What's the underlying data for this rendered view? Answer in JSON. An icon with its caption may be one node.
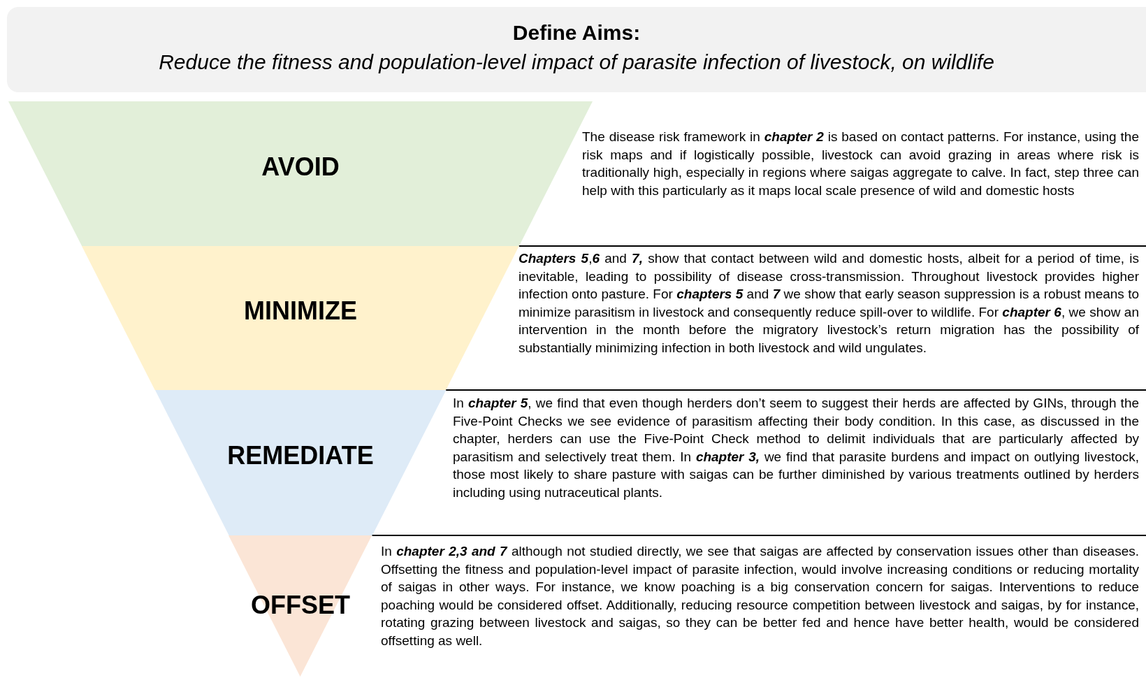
{
  "diagram": {
    "nodes": [
      {
        "text": [
          "Define Aims:",
          "Reduce the fitness and population-level impact of parasite infection of livestock, on wildlife"
        ]
      },
      {
        "text": [
          "AVOID"
        ],
        "beside": [
          "The disease risk framework in **chapter 2** is based on contact patterns. For instance, using the risk maps and if logistically possible, livestock can avoid grazing in areas where risk is traditionally high, especially in regions where saigas aggregate to calve. In fact, step three can help with this particularly as it maps local scale presence of wild and domestic hosts"
        ]
      },
      {
        "text": [
          "MINIMIZE"
        ],
        "beside": [
          "**Chapters 5**,**6** and **7,** show that contact between wild and domestic hosts, albeit for a period of time, is inevitable, leading to possibility of disease cross-transmission. Throughout livestock provides higher infection onto pasture. For **chapters 5** and **7** we show that early season suppression is a robust means to minimize parasitism in livestock and consequently reduce spill-over to wildlife. For **chapter 6**, we show an intervention in the month before the migratory livestock’s return migration has the possibility of substantially minimizing infection in both livestock and wild ungulates."
        ]
      },
      {
        "text": [
          "REMEDIATE"
        ],
        "beside": [
          "In **chapter 5**, we find that even though herders don’t seem to suggest their herds are affected by GINs, through the Five-Point Checks we see evidence of parasitism affecting their body condition. In this case, as discussed in the chapter, herders can use the Five-Point Check method to delimit individuals that are particularly affected by parasitism and selectively treat them. In **chapter 3,** we find that parasite burdens and impact on outlying livestock, those most likely to share pasture with saigas can be further diminished by various treatments outlined by herders including using nutraceutical plants."
        ]
      },
      {
        "text": [
          "OFFSET"
        ],
        "beside": [
          "In **chapter 2,3 and 7** although not studied directly, we see that saigas are affected by conservation issues other than diseases. Offsetting the fitness and population-level impact of parasite infection, would involve increasing conditions or reducing mortality of saigas in other ways. For instance, we know poaching is a big conservation concern for saigas. Interventions to reduce poaching would be considered offset. Additionally, reducing resource competition between livestock and saigas, by for instance, rotating grazing between livestock and saigas, so they can be better fed and hence have better health, would be considered offsetting as well."
        ]
      }
    ]
  }
}
